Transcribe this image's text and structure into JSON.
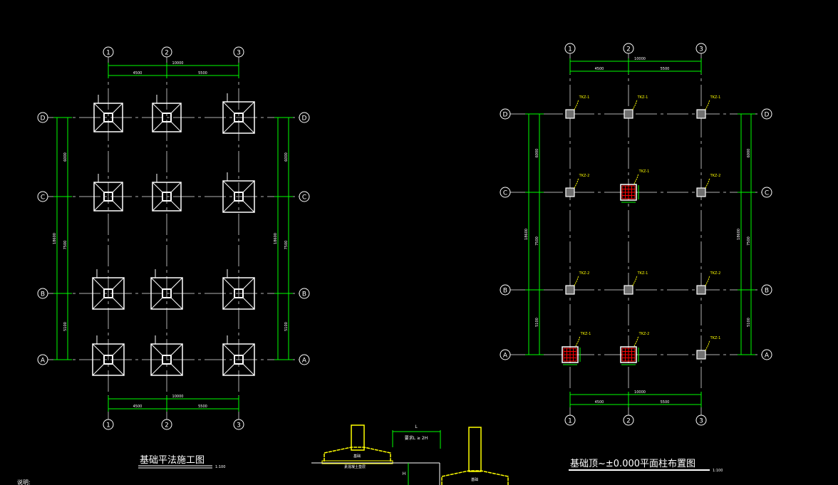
{
  "colors": {
    "background": "#000000",
    "axis": "#b0b0b0",
    "dimension": "#00ff00",
    "outline": "#ffffff",
    "annotation": "#ffff00",
    "rebar": "#ff0000",
    "column_fill": "#707070"
  },
  "left_plan": {
    "title": "基础平法施工图",
    "scale": "1:100",
    "col_axes": [
      "1",
      "2",
      "3"
    ],
    "row_axes": [
      "D",
      "C",
      "B",
      "A"
    ],
    "dims_horizontal": {
      "total": "10000",
      "spans": [
        "4500",
        "5500"
      ]
    },
    "dims_vertical": {
      "total": "18600",
      "spans": [
        "6000",
        "7500",
        "5100"
      ]
    }
  },
  "right_plan": {
    "title": "基础顶~±0.000平面柱布置图",
    "scale": "1:100",
    "col_axes": [
      "1",
      "2",
      "3"
    ],
    "row_axes": [
      "D",
      "C",
      "B",
      "A"
    ],
    "dims_horizontal": {
      "total": "10000",
      "spans": [
        "4500",
        "5500"
      ]
    },
    "dims_vertical": {
      "total": "18600",
      "spans": [
        "6000",
        "7500",
        "5100"
      ]
    },
    "column_labels": [
      [
        "TKZ-1",
        "TKZ-1",
        "TKZ-1"
      ],
      [
        "TKZ-2",
        "TKZ-1",
        "TKZ-2"
      ],
      [
        "TKZ-2",
        "TKZ-1",
        "TKZ-2"
      ],
      [
        "TKZ-1",
        "TKZ-2",
        "TKZ-1"
      ]
    ]
  },
  "detail": {
    "dim_l": "L",
    "note": "要求L ≥ 2H",
    "dim_h": "H",
    "label_foundation": "基础",
    "label_pad": "素混凝土垫层"
  },
  "notes_label": "说明:"
}
